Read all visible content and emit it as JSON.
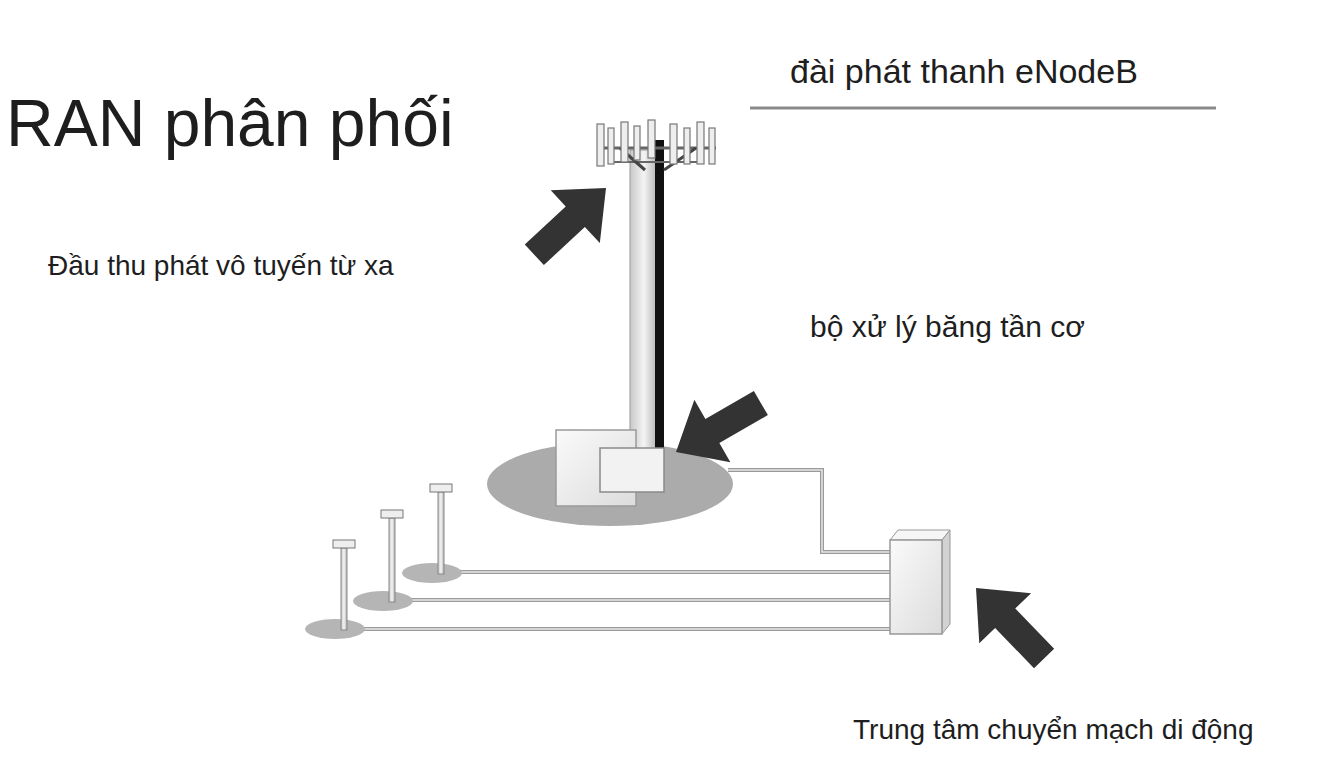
{
  "diagram": {
    "title": "RAN phân phối",
    "labels": [
      "đài phát thanh eNodeB",
      "Đầu thu phát vô tuyến từ xa",
      "bộ xử lý băng tần cơ",
      "Trung tâm chuyển mạch di động"
    ]
  }
}
